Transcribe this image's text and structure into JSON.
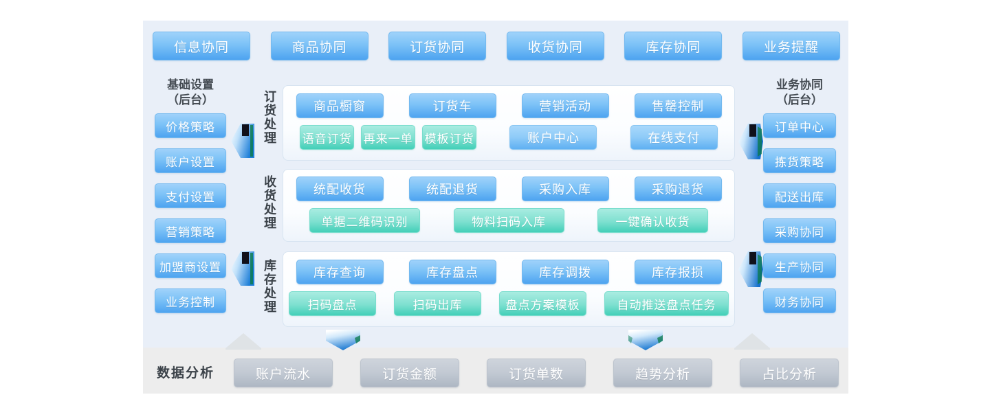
{
  "diagram": {
    "title_region": "supply-chain collaboration platform map",
    "top_row": [
      {
        "label": "信息协同"
      },
      {
        "label": "商品协同"
      },
      {
        "label": "订货协同"
      },
      {
        "label": "收货协同"
      },
      {
        "label": "库存协同"
      },
      {
        "label": "业务提醒"
      }
    ],
    "left_column": {
      "title_line1": "基础设置",
      "title_line2": "（后台）",
      "items": [
        {
          "label": "价格策略"
        },
        {
          "label": "账户设置"
        },
        {
          "label": "支付设置"
        },
        {
          "label": "营销策略"
        },
        {
          "label": "加盟商设置"
        },
        {
          "label": "业务控制"
        }
      ]
    },
    "right_column": {
      "title_line1": "业务协同",
      "title_line2": "（后台）",
      "items": [
        {
          "label": "订单中心"
        },
        {
          "label": "拣货策略"
        },
        {
          "label": "配送出库"
        },
        {
          "label": "采购协同"
        },
        {
          "label": "生产协同"
        },
        {
          "label": "财务协同"
        }
      ]
    },
    "panels": [
      {
        "vertical_label": "订货处理",
        "row1": [
          {
            "label": "商品橱窗"
          },
          {
            "label": "订货车"
          },
          {
            "label": "营销活动"
          },
          {
            "label": "售罄控制"
          }
        ],
        "row2_teal": [
          {
            "label": "语音订货"
          },
          {
            "label": "再来一单"
          },
          {
            "label": "模板订货"
          }
        ],
        "row2_blue": [
          {
            "label": "账户中心"
          },
          {
            "label": "在线支付"
          }
        ]
      },
      {
        "vertical_label": "收货处理",
        "row1": [
          {
            "label": "统配收货"
          },
          {
            "label": "统配退货"
          },
          {
            "label": "采购入库"
          },
          {
            "label": "采购退货"
          }
        ],
        "row2_teal": [
          {
            "label": "单据二维码识别"
          },
          {
            "label": "物料扫码入库"
          },
          {
            "label": "一键确认收货"
          }
        ]
      },
      {
        "vertical_label": "库存处理",
        "row1": [
          {
            "label": "库存查询"
          },
          {
            "label": "库存盘点"
          },
          {
            "label": "库存调拨"
          },
          {
            "label": "库存报损"
          }
        ],
        "row2_teal": [
          {
            "label": "扫码盘点"
          },
          {
            "label": "扫码出库"
          },
          {
            "label": "盘点方案模板"
          },
          {
            "label": "自动推送盘点任务"
          }
        ]
      }
    ],
    "bottom": {
      "label": "数据分析",
      "items": [
        {
          "label": "账户流水"
        },
        {
          "label": "订货金额"
        },
        {
          "label": "订货单数"
        },
        {
          "label": "趋势分析"
        },
        {
          "label": "占比分析"
        }
      ]
    },
    "colors": {
      "frame_bg": "#e9eff8",
      "band_bg": "#ededed",
      "blue_accent": "#4da3f0",
      "teal_accent": "#43cfb8",
      "grey_accent": "#aeb7c3",
      "text_dark": "#3b4249"
    }
  }
}
